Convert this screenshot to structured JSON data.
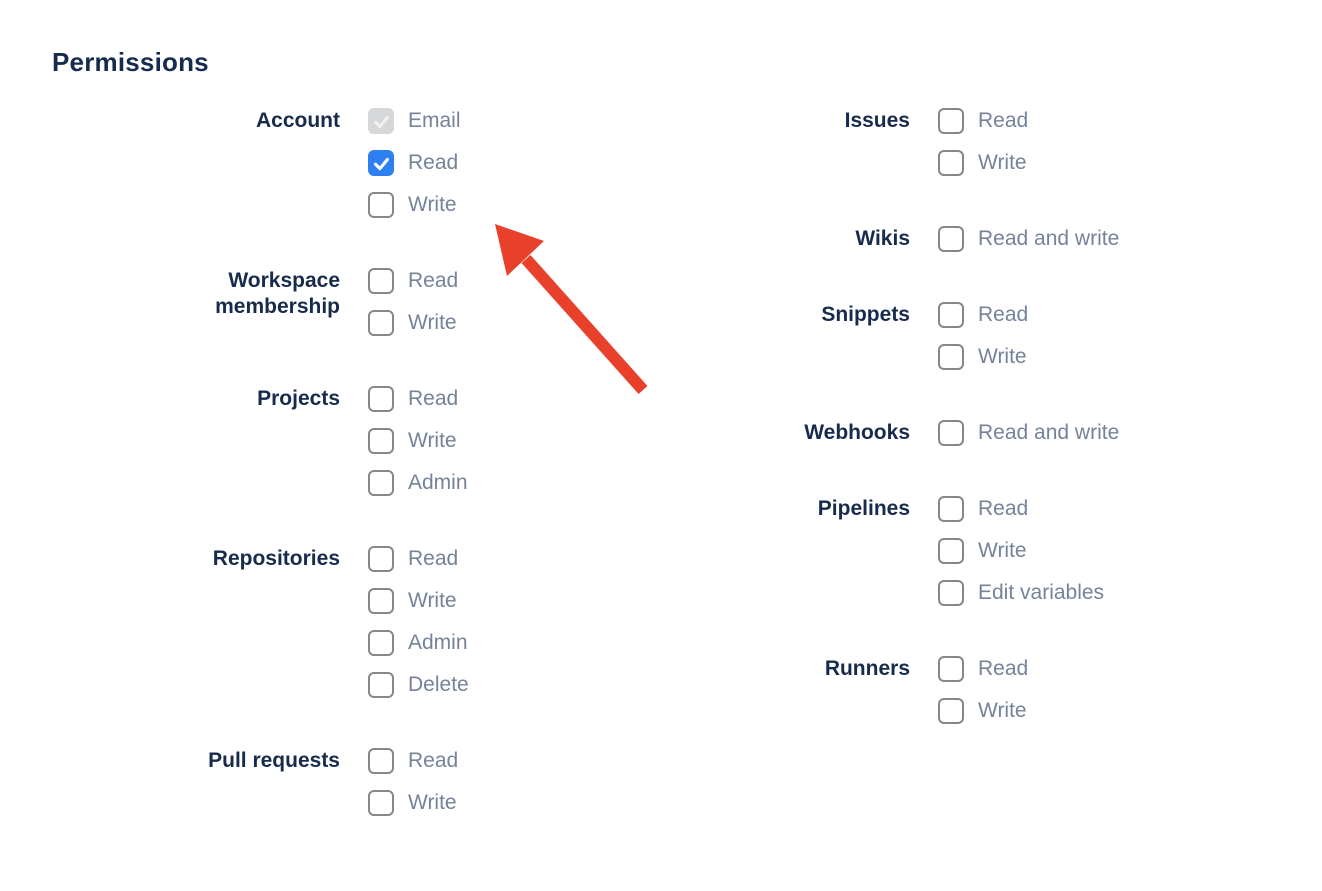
{
  "heading": "Permissions",
  "colors": {
    "heading_text": "#172B4D",
    "group_label_text": "#172B4D",
    "option_text": "#76829A",
    "checkbox_border": "#878787",
    "checkbox_checked_bg": "#2E80F2",
    "checkbox_checked_disabled_bg": "#D6D7D8",
    "check_mark": "#FFFFFF",
    "check_mark_disabled": "#F0F0F0",
    "arrow": "#E8402A"
  },
  "annotation": {
    "type": "red-arrow",
    "points_to": "Account Read checkbox"
  },
  "columns": [
    {
      "groups": [
        {
          "label": "Account",
          "options": [
            {
              "label": "Email",
              "checked": true,
              "disabled": true
            },
            {
              "label": "Read",
              "checked": true,
              "disabled": false
            },
            {
              "label": "Write",
              "checked": false,
              "disabled": false
            }
          ]
        },
        {
          "label": "Workspace membership",
          "options": [
            {
              "label": "Read",
              "checked": false,
              "disabled": false
            },
            {
              "label": "Write",
              "checked": false,
              "disabled": false
            }
          ]
        },
        {
          "label": "Projects",
          "options": [
            {
              "label": "Read",
              "checked": false,
              "disabled": false
            },
            {
              "label": "Write",
              "checked": false,
              "disabled": false
            },
            {
              "label": "Admin",
              "checked": false,
              "disabled": false
            }
          ]
        },
        {
          "label": "Repositories",
          "options": [
            {
              "label": "Read",
              "checked": false,
              "disabled": false
            },
            {
              "label": "Write",
              "checked": false,
              "disabled": false
            },
            {
              "label": "Admin",
              "checked": false,
              "disabled": false
            },
            {
              "label": "Delete",
              "checked": false,
              "disabled": false
            }
          ]
        },
        {
          "label": "Pull requests",
          "options": [
            {
              "label": "Read",
              "checked": false,
              "disabled": false
            },
            {
              "label": "Write",
              "checked": false,
              "disabled": false
            }
          ]
        }
      ]
    },
    {
      "groups": [
        {
          "label": "Issues",
          "options": [
            {
              "label": "Read",
              "checked": false,
              "disabled": false
            },
            {
              "label": "Write",
              "checked": false,
              "disabled": false
            }
          ]
        },
        {
          "label": "Wikis",
          "options": [
            {
              "label": "Read and write",
              "checked": false,
              "disabled": false
            }
          ]
        },
        {
          "label": "Snippets",
          "options": [
            {
              "label": "Read",
              "checked": false,
              "disabled": false
            },
            {
              "label": "Write",
              "checked": false,
              "disabled": false
            }
          ]
        },
        {
          "label": "Webhooks",
          "options": [
            {
              "label": "Read and write",
              "checked": false,
              "disabled": false
            }
          ]
        },
        {
          "label": "Pipelines",
          "options": [
            {
              "label": "Read",
              "checked": false,
              "disabled": false
            },
            {
              "label": "Write",
              "checked": false,
              "disabled": false
            },
            {
              "label": "Edit variables",
              "checked": false,
              "disabled": false
            }
          ]
        },
        {
          "label": "Runners",
          "options": [
            {
              "label": "Read",
              "checked": false,
              "disabled": false
            },
            {
              "label": "Write",
              "checked": false,
              "disabled": false
            }
          ]
        }
      ]
    }
  ]
}
